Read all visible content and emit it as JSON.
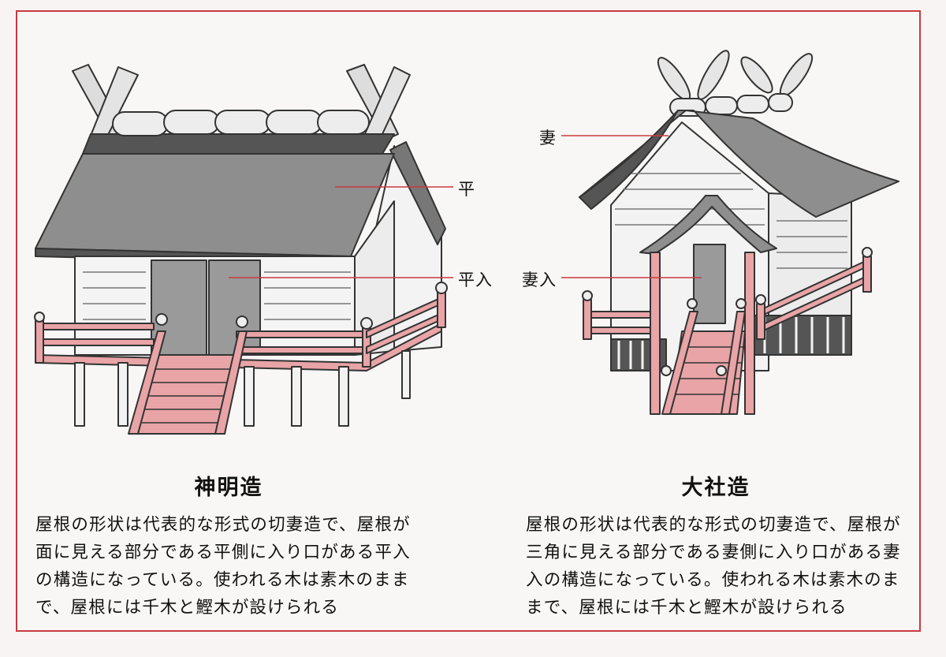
{
  "left": {
    "title": "神明造",
    "label_roof_side": "平",
    "label_entrance": "平入",
    "description_lines": [
      "屋根の形状は代表的な形式の切妻造で、屋根が",
      "面に見える部分である平側に入り口がある平入",
      "の構造になっている。使われる木は素木のまま",
      "で、屋根には千木と鰹木が設けられる"
    ]
  },
  "right": {
    "title": "大社造",
    "label_gable": "妻",
    "label_entrance": "妻入",
    "description_lines": [
      "屋根の形状は代表的な形式の切妻造で、屋根が",
      "三角に見える部分である妻側に入り口がある妻",
      "入の構造になっている。使われる木は素木のま",
      "まで、屋根には千木と鰹木が設けられる"
    ]
  },
  "colors": {
    "accent_red": "#c93a3f",
    "railing_pink": "#e8a4a6",
    "roof_gray": "#8e8e8e",
    "dark_gray": "#5a5a5a"
  }
}
